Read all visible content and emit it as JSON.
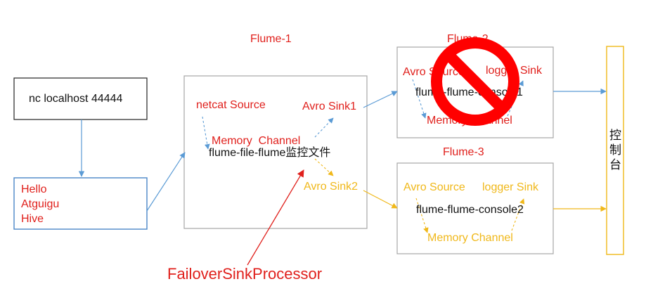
{
  "labels": {
    "flume1": "Flume-1",
    "flume2": "Flume-2",
    "flume3": "Flume-3",
    "nc_command": "nc localhost 44444",
    "input_line1": "Hello",
    "input_line2": "Atguigu",
    "input_line3": "Hive",
    "netcat_source": "netcat Source",
    "memory_channel_1": "Memory  Channel",
    "avro_sink1": "Avro Sink1",
    "avro_sink2": "Avro Sink2",
    "flume1_config": "flume-file-flume监控文件",
    "avro_source_2": "Avro Source",
    "logger_sink_2": "logger Sink",
    "flume2_config": "flume-flume-console1",
    "memory_channel_2": "Memory Channel",
    "avro_source_3": "Avro Source",
    "logger_sink_3": "logger Sink",
    "flume3_config": "flume-flume-console2",
    "memory_channel_3": "Memory Channel",
    "console_char1": "控",
    "console_char2": "制",
    "console_char3": "台",
    "processor": "FailoverSinkProcessor"
  },
  "colors": {
    "red": "#e0201c",
    "yellow": "#f0b81a",
    "blue_arrow": "#5b9bd5",
    "box_border": "#a6a6a6"
  }
}
